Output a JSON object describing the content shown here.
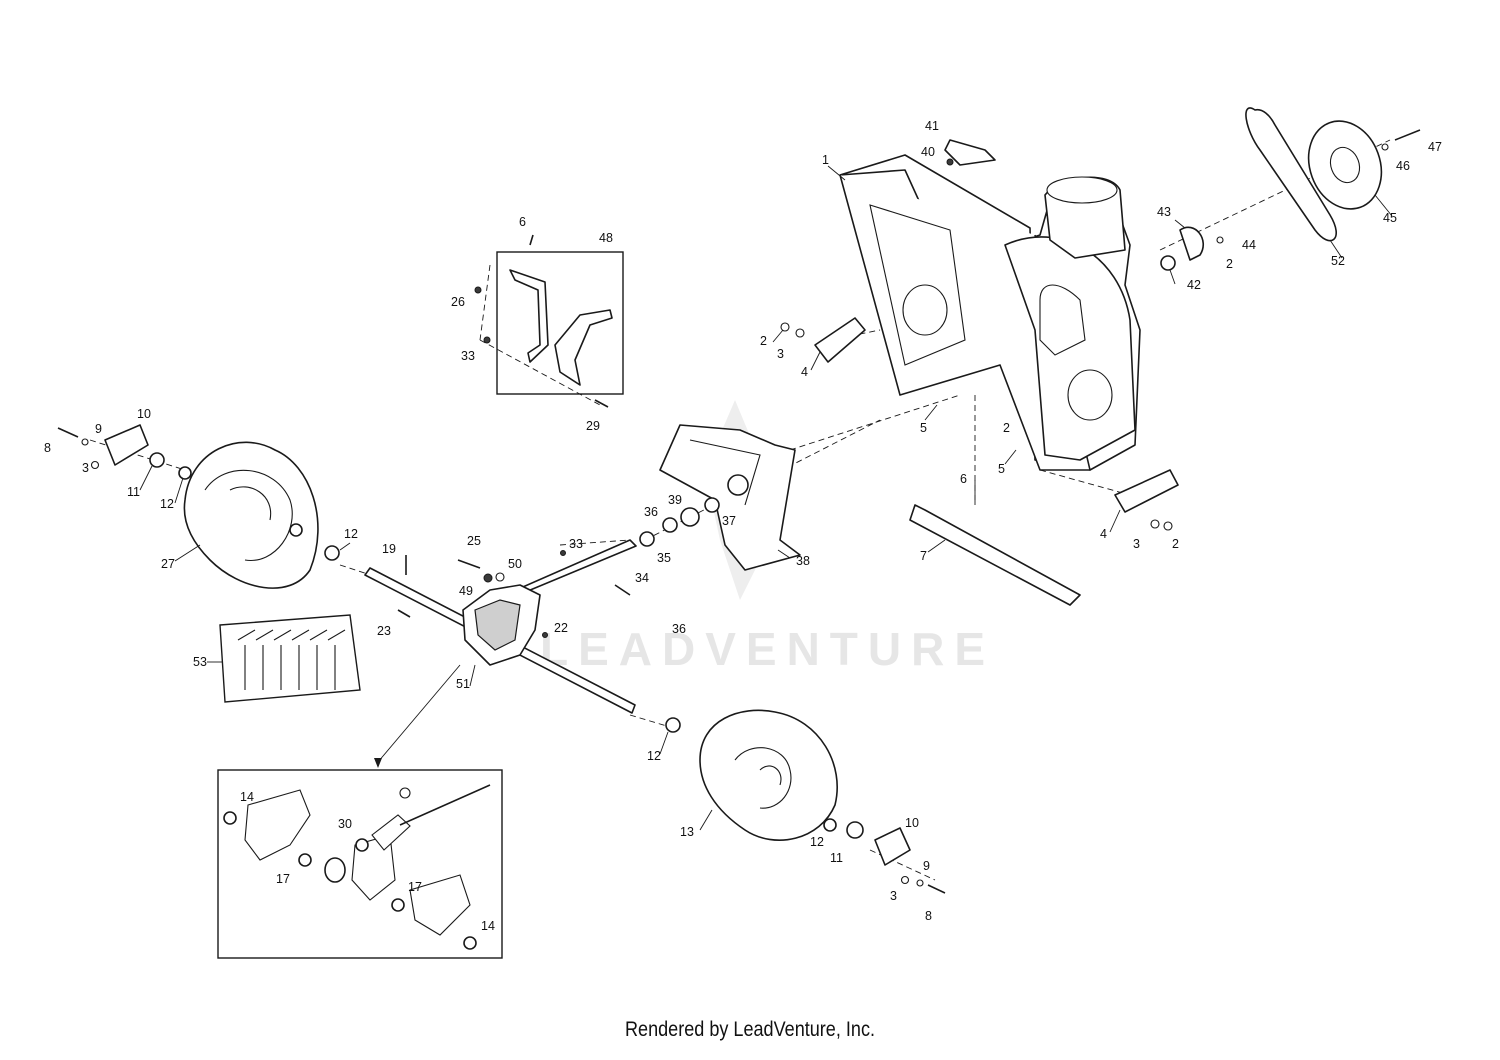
{
  "watermark": "LEADVENTURE",
  "credit": "Rendered by LeadVenture, Inc.",
  "callouts": [
    {
      "id": "c1",
      "text": "1"
    },
    {
      "id": "c2a",
      "text": "2"
    },
    {
      "id": "c2b",
      "text": "2"
    },
    {
      "id": "c2c",
      "text": "2"
    },
    {
      "id": "c2d",
      "text": "2"
    },
    {
      "id": "c3a",
      "text": "3"
    },
    {
      "id": "c3b",
      "text": "3"
    },
    {
      "id": "c3c",
      "text": "3"
    },
    {
      "id": "c3d",
      "text": "3"
    },
    {
      "id": "c4a",
      "text": "4"
    },
    {
      "id": "c4b",
      "text": "4"
    },
    {
      "id": "c5a",
      "text": "5"
    },
    {
      "id": "c5b",
      "text": "5"
    },
    {
      "id": "c6a",
      "text": "6"
    },
    {
      "id": "c6b",
      "text": "6"
    },
    {
      "id": "c7",
      "text": "7"
    },
    {
      "id": "c8a",
      "text": "8"
    },
    {
      "id": "c8b",
      "text": "8"
    },
    {
      "id": "c9a",
      "text": "9"
    },
    {
      "id": "c9b",
      "text": "9"
    },
    {
      "id": "c10a",
      "text": "10"
    },
    {
      "id": "c10b",
      "text": "10"
    },
    {
      "id": "c11a",
      "text": "11"
    },
    {
      "id": "c11b",
      "text": "11"
    },
    {
      "id": "c12a",
      "text": "12"
    },
    {
      "id": "c12b",
      "text": "12"
    },
    {
      "id": "c12c",
      "text": "12"
    },
    {
      "id": "c12d",
      "text": "12"
    },
    {
      "id": "c13",
      "text": "13"
    },
    {
      "id": "c14a",
      "text": "14"
    },
    {
      "id": "c14b",
      "text": "14"
    },
    {
      "id": "c17a",
      "text": "17"
    },
    {
      "id": "c17b",
      "text": "17"
    },
    {
      "id": "c19",
      "text": "19"
    },
    {
      "id": "c22",
      "text": "22"
    },
    {
      "id": "c23",
      "text": "23"
    },
    {
      "id": "c25",
      "text": "25"
    },
    {
      "id": "c26",
      "text": "26"
    },
    {
      "id": "c27",
      "text": "27"
    },
    {
      "id": "c29",
      "text": "29"
    },
    {
      "id": "c30",
      "text": "30"
    },
    {
      "id": "c33a",
      "text": "33"
    },
    {
      "id": "c33b",
      "text": "33"
    },
    {
      "id": "c34",
      "text": "34"
    },
    {
      "id": "c35",
      "text": "35"
    },
    {
      "id": "c36a",
      "text": "36"
    },
    {
      "id": "c36b",
      "text": "36"
    },
    {
      "id": "c37",
      "text": "37"
    },
    {
      "id": "c38",
      "text": "38"
    },
    {
      "id": "c39",
      "text": "39"
    },
    {
      "id": "c40",
      "text": "40"
    },
    {
      "id": "c41",
      "text": "41"
    },
    {
      "id": "c42",
      "text": "42"
    },
    {
      "id": "c43",
      "text": "43"
    },
    {
      "id": "c44",
      "text": "44"
    },
    {
      "id": "c45",
      "text": "45"
    },
    {
      "id": "c46",
      "text": "46"
    },
    {
      "id": "c47",
      "text": "47"
    },
    {
      "id": "c48",
      "text": "48"
    },
    {
      "id": "c49",
      "text": "49"
    },
    {
      "id": "c50",
      "text": "50"
    },
    {
      "id": "c51",
      "text": "51"
    },
    {
      "id": "c52",
      "text": "52"
    },
    {
      "id": "c53",
      "text": "53"
    }
  ]
}
